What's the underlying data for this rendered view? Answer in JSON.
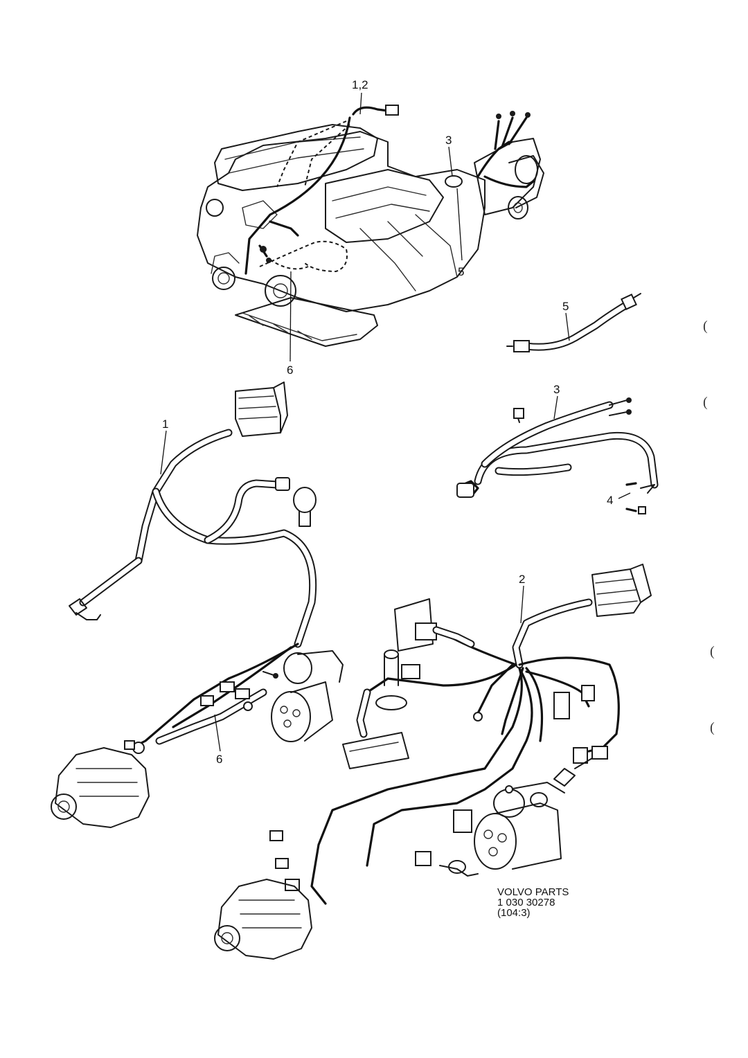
{
  "callouts": {
    "c12": "1,2",
    "c3_top": "3",
    "c5_top": "5",
    "c6_top": "6",
    "c5_right": "5",
    "c3_right": "3",
    "c4": "4",
    "c1": "1",
    "c2": "2",
    "c6_bottom": "6"
  },
  "caption": {
    "line1": "VOLVO PARTS",
    "line2": "1 030 30278",
    "line3": "(104:3)"
  },
  "margin_marks": [
    "(",
    "(",
    "(",
    "("
  ]
}
